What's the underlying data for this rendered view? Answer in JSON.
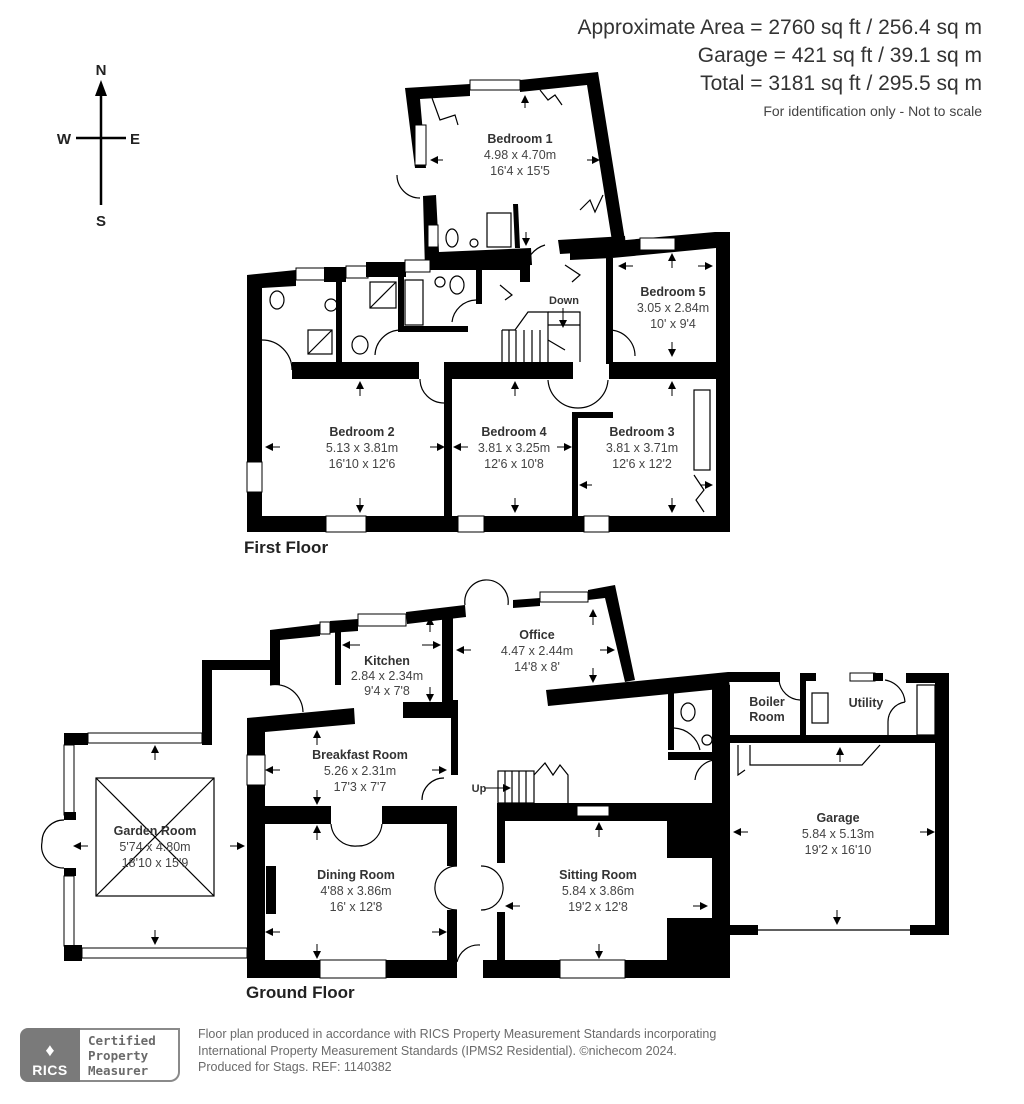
{
  "header": {
    "approximate_area": "Approximate Area = 2760 sq ft / 256.4 sq m",
    "garage_area": "Garage = 421 sq ft / 39.1 sq m",
    "total_area": "Total = 3181 sq ft / 295.5 sq m",
    "disclaimer": "For identification only - Not to scale"
  },
  "compass": {
    "north": "N",
    "south": "S",
    "east": "E",
    "west": "W"
  },
  "first_floor": {
    "label": "First Floor",
    "stairs_label": "Down",
    "rooms": [
      {
        "name": "Bedroom 1",
        "metric": "4.98 x 4.70m",
        "imperial": "16'4 x 15'5"
      },
      {
        "name": "Bedroom 5",
        "metric": "3.05 x 2.84m",
        "imperial": "10' x 9'4"
      },
      {
        "name": "Bedroom 2",
        "metric": "5.13 x 3.81m",
        "imperial": "16'10 x 12'6"
      },
      {
        "name": "Bedroom 4",
        "metric": "3.81 x 3.25m",
        "imperial": "12'6 x 10'8"
      },
      {
        "name": "Bedroom 3",
        "metric": "3.81 x 3.71m",
        "imperial": "12'6 x 12'2"
      }
    ]
  },
  "ground_floor": {
    "label": "Ground Floor",
    "stairs_label": "Up",
    "rooms": [
      {
        "name": "Office",
        "metric": "4.47 x 2.44m",
        "imperial": "14'8 x 8'"
      },
      {
        "name": "Kitchen",
        "metric": "2.84 x 2.34m",
        "imperial": "9'4 x 7'8"
      },
      {
        "name": "Breakfast Room",
        "metric": "5.26 x 2.31m",
        "imperial": "17'3 x 7'7"
      },
      {
        "name": "Garden Room",
        "metric": "5'74 x 4.80m",
        "imperial": "18'10 x 15'9"
      },
      {
        "name": "Dining Room",
        "metric": "4'88 x 3.86m",
        "imperial": "16' x 12'8"
      },
      {
        "name": "Sitting Room",
        "metric": "5.84 x 3.86m",
        "imperial": "19'2 x 12'8"
      },
      {
        "name": "Garage",
        "metric": "5.84 x 5.13m",
        "imperial": "19'2 x 16'10"
      }
    ],
    "boiler_room": {
      "line1": "Boiler",
      "line2": "Room"
    },
    "utility": "Utility"
  },
  "footer": {
    "rics_logo_text": "RICS",
    "certification": [
      "Certified",
      "Property",
      "Measurer"
    ],
    "lines": [
      "Floor plan produced in accordance with RICS Property Measurement Standards incorporating",
      "International Property Measurement Standards (IPMS2 Residential).  ©nichecom 2024.",
      "Produced for Stags.   REF: 1140382"
    ]
  }
}
